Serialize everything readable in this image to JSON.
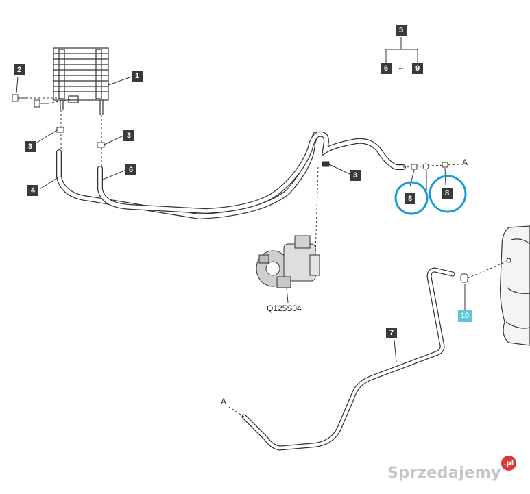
{
  "callouts": {
    "c1": "1",
    "c2": "2",
    "c3a": "3",
    "c3b": "3",
    "c3c": "3",
    "c4": "4",
    "c5": "5",
    "c6a": "6",
    "c6b": "6",
    "c7": "7",
    "c8a": "8",
    "c8b": "8",
    "c9": "9",
    "c10": "10"
  },
  "range_separator": "~",
  "pump_label": "Q125S04",
  "connector_label_top": "A",
  "connector_label_bottom": "A",
  "watermark": {
    "text": "Sprzedajemy",
    "badge": ".pl"
  },
  "colors": {
    "callout": "#3a3a3a",
    "callout_highlight": "#5cc8d8",
    "circle_highlight": "#1a9ad6"
  }
}
